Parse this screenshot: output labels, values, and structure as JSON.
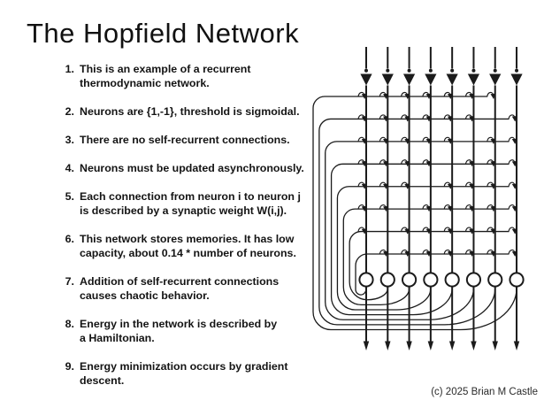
{
  "title": "The Hopfield Network",
  "facts": [
    {
      "num": "1.",
      "lines": [
        "This is an example of a recurrent",
        "thermodynamic network."
      ]
    },
    {
      "num": "2.",
      "lines": [
        "Neurons are {1,-1}, threshold is sigmoidal."
      ]
    },
    {
      "num": "3.",
      "lines": [
        "There are no self-recurrent connections."
      ]
    },
    {
      "num": "4.",
      "lines": [
        "Neurons must be updated asynchronously."
      ]
    },
    {
      "num": "5.",
      "lines": [
        "Each connection from neuron i to neuron j",
        "is described by a synaptic weight W(i,j)."
      ]
    },
    {
      "num": "6.",
      "lines": [
        "This network stores memories. It has low",
        "capacity, about 0.14 * number of neurons."
      ]
    },
    {
      "num": "7.",
      "lines": [
        "Addition of self-recurrent connections",
        "causes chaotic behavior."
      ]
    },
    {
      "num": "8.",
      "lines": [
        "Energy in the network is described by",
        "a Hamiltonian."
      ]
    },
    {
      "num": "9.",
      "lines": [
        "Energy minimization occurs by gradient",
        "descent."
      ]
    }
  ],
  "credit": "(c) 2025 Brian M Castle",
  "diagram": {
    "type": "crossbar-feedback-network",
    "neuron_count": 8,
    "self_connections": false,
    "colors": {
      "ink": "#1b1b1b",
      "background": "#ffffff"
    }
  }
}
